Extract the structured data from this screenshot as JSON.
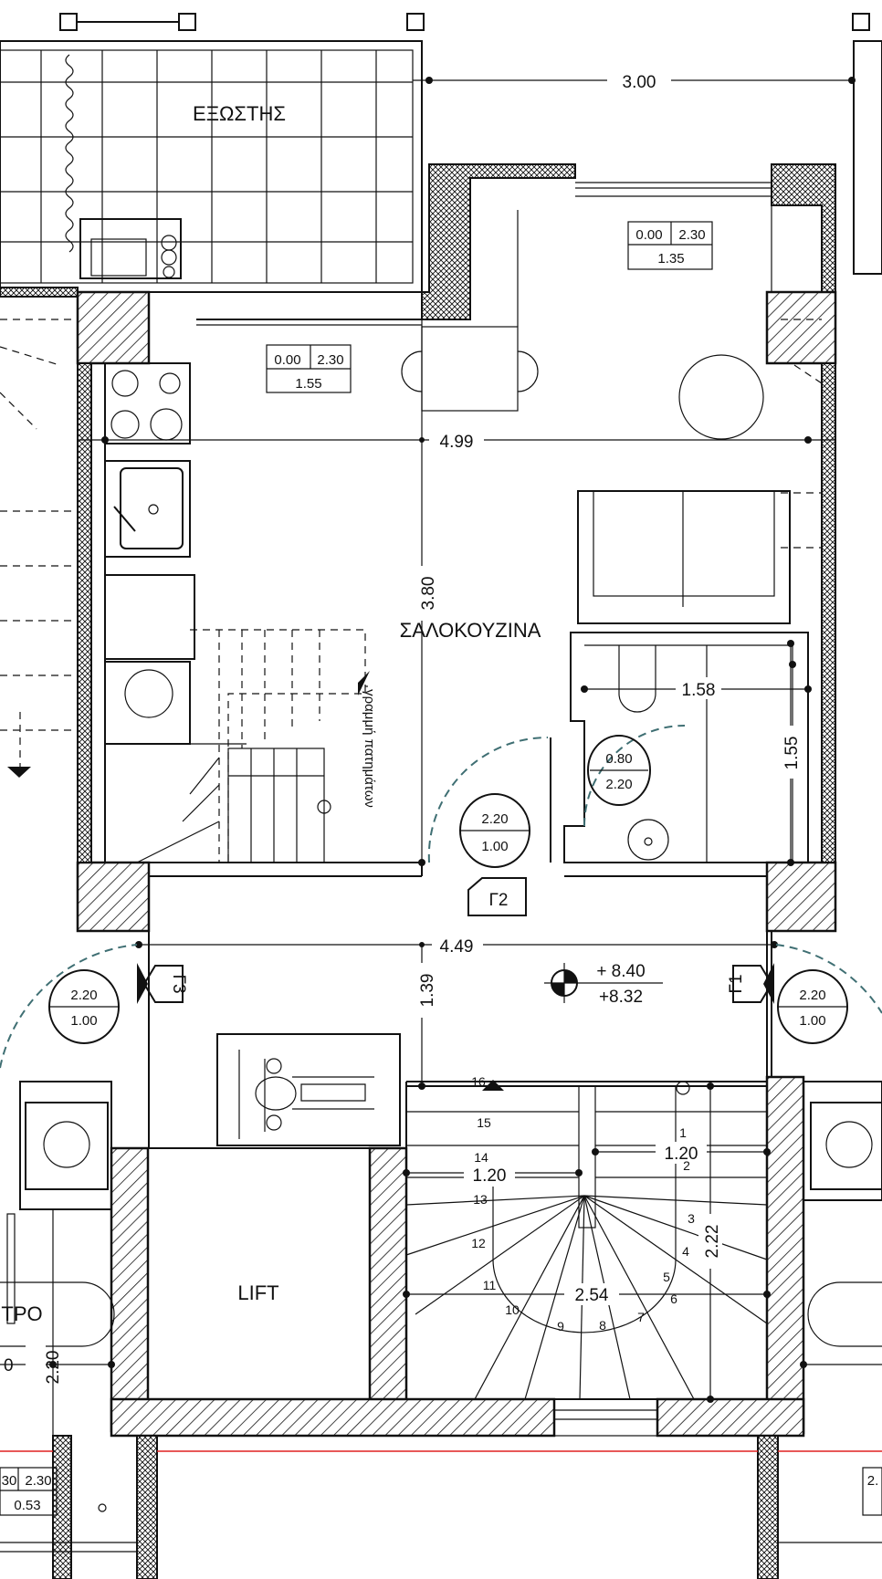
{
  "colors": {
    "lines": "#111111",
    "door_swing": "#3f6f73",
    "section_line": "#e02020",
    "background": "#ffffff"
  },
  "rooms": {
    "balcony": "ΕΞΩΣΤΗΣ",
    "kitchen_living": "ΣΑΛΟΚΟΥΖΙΝΑ",
    "lift": "LIFT",
    "left_cut": "ΤΡΟ",
    "stair_note": "γραμμή πατημάτων"
  },
  "dimensions": {
    "balcony_width": "3.00",
    "living_width": "4.99",
    "living_depth": "3.80",
    "bath_width": "1.58",
    "bath_depth": "1.55",
    "corridor_width": "4.49",
    "corridor_depth": "1.39",
    "stair_landing": "1.20",
    "stair_left": "1.20",
    "stair_width": "2.54",
    "stair_depth": "2.22",
    "left_room_depth": "2.20",
    "left_edge": "0"
  },
  "openings": {
    "balcony_window": {
      "sill": "0.00",
      "head": "2.30",
      "width": "1.35"
    },
    "kitchen_window": {
      "sill": "0.00",
      "head": "2.30",
      "width": "1.55"
    },
    "left_window": {
      "sill": "30",
      "head": "2.30",
      "width": "0.53"
    },
    "right_window": {
      "sill": "2."
    },
    "bath_door": {
      "width": "0.80",
      "height": "2.20"
    },
    "main_door": {
      "height": "2.20",
      "width": "1.00"
    },
    "left_door": {
      "height": "2.20",
      "width": "1.00"
    },
    "right_door": {
      "height": "2.20",
      "width": "1.00"
    }
  },
  "door_tags": {
    "g1": "Γ1",
    "g2": "Γ2",
    "g3": "Γ3"
  },
  "level": {
    "finished": "+ 8.40",
    "structural": "+8.32"
  },
  "stair_steps": [
    "1",
    "2",
    "3",
    "4",
    "5",
    "6",
    "7",
    "8",
    "9",
    "10",
    "11",
    "12",
    "13",
    "14",
    "15",
    "16"
  ],
  "icons": [
    "wheelchair-icon",
    "level-marker-icon",
    "stove-icon",
    "sink-icon",
    "toilet-icon",
    "washbasin-icon",
    "table-icon",
    "sofa-icon"
  ]
}
